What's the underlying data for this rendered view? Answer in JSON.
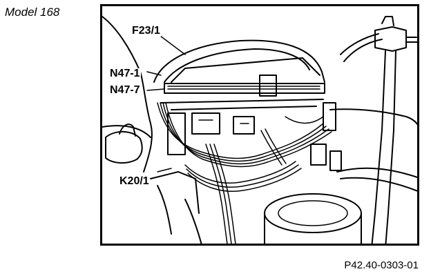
{
  "header": {
    "model": "Model 168"
  },
  "figure": {
    "callouts": {
      "f23": "F23/1",
      "n47_1": "N47-1",
      "n47_7": "N47-7",
      "k20": "K20/1"
    },
    "reference": "P42.40-0303-01"
  }
}
